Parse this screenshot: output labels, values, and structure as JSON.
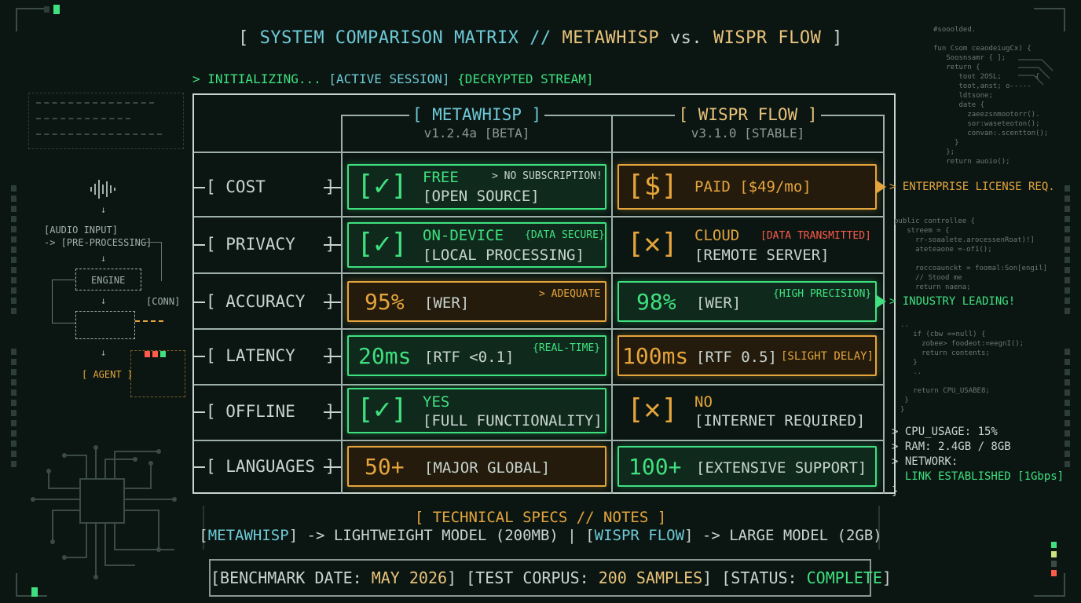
{
  "title": {
    "bracket_open": "[",
    "label": "SYSTEM COMPARISON MATRIX //",
    "product_a": "METAWHISP",
    "vs": "vs.",
    "product_b": "WISPR FLOW",
    "bracket_close": "]"
  },
  "init": {
    "prefix": "> INITIALIZING...",
    "session": "[ACTIVE SESSION]",
    "stream": "{DECRYPTED STREAM]"
  },
  "columns": [
    {
      "name": "[ METAWHISP ]",
      "version": "v1.2.4a [BETA]"
    },
    {
      "name": "[ WISPR FLOW ]",
      "version": "v3.1.0 [STABLE]"
    }
  ],
  "rows": [
    {
      "label": "[ COST      ]",
      "a": {
        "icon": "[✓]",
        "main": "FREE",
        "sub": "[OPEN SOURCE]",
        "note": "> NO SUBSCRIPTION!",
        "style": "green"
      },
      "b": {
        "icon": "[$]",
        "main": "PAID [$49/mo]",
        "sub": "",
        "note": "",
        "style": "orange"
      },
      "side_note": "> ENTERPRISE LICENSE REQ."
    },
    {
      "label": "[ PRIVACY   ]",
      "a": {
        "icon": "[✓]",
        "main": "ON-DEVICE",
        "sub": "[LOCAL PROCESSING]",
        "note": "{DATA SECURE}",
        "style": "green"
      },
      "b": {
        "icon": "[✕]",
        "main": "CLOUD",
        "sub": "[REMOTE SERVER]",
        "note": "[DATA TRANSMITTED]",
        "style": "plain"
      }
    },
    {
      "label": "[ ACCURACY  ]",
      "a": {
        "value": "95%",
        "unit": "[WER]",
        "note": "> ADEQUATE",
        "style": "orange"
      },
      "b": {
        "value": "98%",
        "unit": "[WER]",
        "note": "{HIGH PRECISION}",
        "style": "green"
      },
      "side_note": "> INDUSTRY LEADING!"
    },
    {
      "label": "[ LATENCY   ]",
      "a": {
        "value": "20ms",
        "unit": "[RTF <0.1]",
        "note": "{REAL-TIME}",
        "style": "green"
      },
      "b": {
        "value": "100ms",
        "unit": "[RTF 0.5]",
        "note": "[SLIGHT DELAY]",
        "style": "orange"
      }
    },
    {
      "label": "[ OFFLINE   ]",
      "a": {
        "icon": "[✓]",
        "main": "YES",
        "sub": "[FULL FUNCTIONALITY]",
        "style": "green"
      },
      "b": {
        "icon": "[✕]",
        "main": "NO",
        "sub": "[INTERNET REQUIRED]",
        "style": "plain"
      }
    },
    {
      "label": "[ LANGUAGES ]",
      "a": {
        "value": "50+",
        "unit": "[MAJOR GLOBAL]",
        "style": "orange"
      },
      "b": {
        "value": "100+",
        "unit": "[EXTENSIVE SUPPORT]",
        "style": "green"
      }
    }
  ],
  "diagram": {
    "input": "[AUDIO INPUT]",
    "preprocess": "-> [PRE-PROCESSING]",
    "engine": "ENGINE",
    "conn": "[CONN]",
    "agent": "[ AGENT ]"
  },
  "code_top": "#sooolded.\n\nfun Csom ceaodeiugCx) {\n   Soosnsamr { ];\n   return {\n      toot 2OSL;        {\n      toot,anst; o-----\n      ldtsone;\n      date {\n        zaeezsnmootorr().\n        sor:waseteoton();\n        convan:.scentton();\n     }\n   };\n   return auoio();",
  "code_mid": "public controllee {\n   streem = {\n     rr-soaalete.arocessenRoat)!]\n     ateteaone =-of1();\n\n     roccoaunckt = foomal:Son[engil]\n     // Stood me\n     return naena;",
  "code_low": "..\n   if (cbw ==null) {\n     zobee> foodeot:=eegnI();\n     return contents;\n   }\n   ..\n\n   return CPU_USABE8;\n }\n}",
  "system": {
    "cpu": "> CPU_USAGE: 15%",
    "ram": "> RAM: 2.4GB / 8GB",
    "network": "> NETWORK:",
    "link": "  LINK ESTABLISHED [1Gbps]",
    "close": "}"
  },
  "notes": {
    "title": "[ TECHNICAL SPECS // NOTES ]",
    "a_name": "METAWHISP",
    "a_desc": "-> LIGHTWEIGHT MODEL (200MB) |",
    "b_name": "WISPR FLOW",
    "b_desc": "-> LARGE MODEL (2GB)"
  },
  "bench": {
    "date_label": "[BENCHMARK DATE:",
    "date_value": "MAY 2026",
    "corpus_label": "] [TEST CORPUS:",
    "corpus_value": "200 SAMPLES",
    "status_label": "] [STATUS:",
    "status_value": "COMPLETE",
    "close": "]"
  },
  "colors": {
    "green": "#3fe07f",
    "orange": "#e5a53c",
    "cyan": "#6ec9d6",
    "red": "#ff5a4a",
    "bg": "#0b1612"
  }
}
